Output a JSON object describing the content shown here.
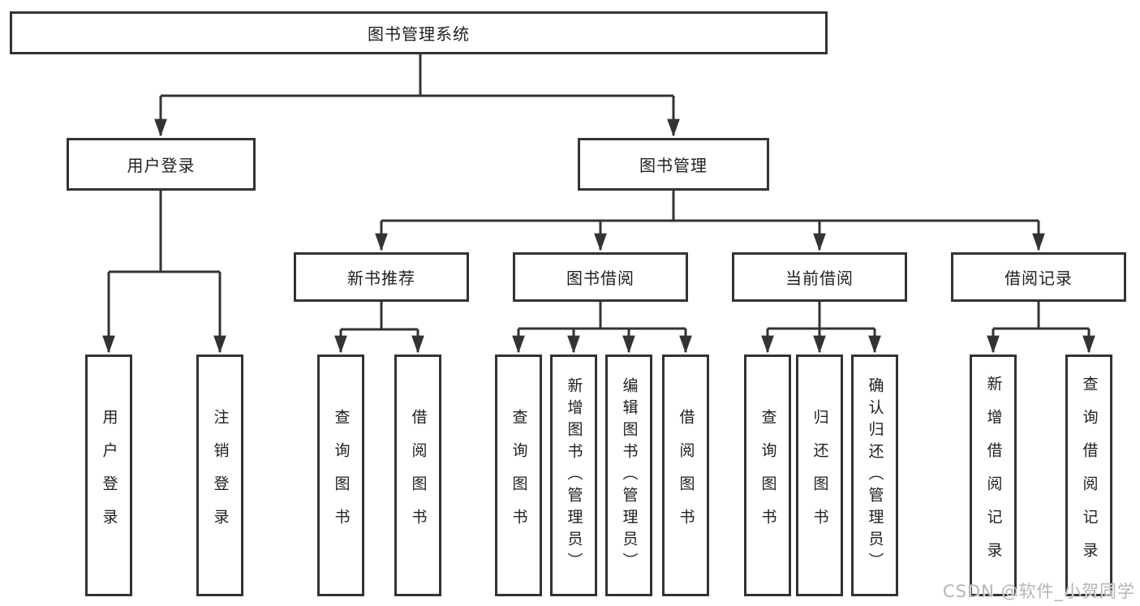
{
  "tree": {
    "label": "图书管理系统",
    "children": [
      {
        "label": "用户登录",
        "children": [
          {
            "label": "用户登录"
          },
          {
            "label": "注销登录"
          }
        ]
      },
      {
        "label": "图书管理",
        "children": [
          {
            "label": "新书推荐",
            "children": [
              {
                "label": "查询图书"
              },
              {
                "label": "借阅图书"
              }
            ]
          },
          {
            "label": "图书借阅",
            "children": [
              {
                "label": "查询图书"
              },
              {
                "label": "新增图书（管理员）"
              },
              {
                "label": "编辑图书（管理员）"
              },
              {
                "label": "借阅图书"
              }
            ]
          },
          {
            "label": "当前借阅",
            "children": [
              {
                "label": "查询图书"
              },
              {
                "label": "归还图书"
              },
              {
                "label": "确认归还（管理员）"
              }
            ]
          },
          {
            "label": "借阅记录",
            "children": [
              {
                "label": "新增借阅记录"
              },
              {
                "label": "查询借阅记录"
              }
            ]
          }
        ]
      }
    ]
  },
  "watermark": {
    "text": "CSDN @软件_小贺同学"
  },
  "colors": {
    "line": "#333333",
    "box_border": "#333333",
    "text": "#1f1f1f",
    "background": "#ffffff",
    "watermark": "#b5b5b5"
  }
}
